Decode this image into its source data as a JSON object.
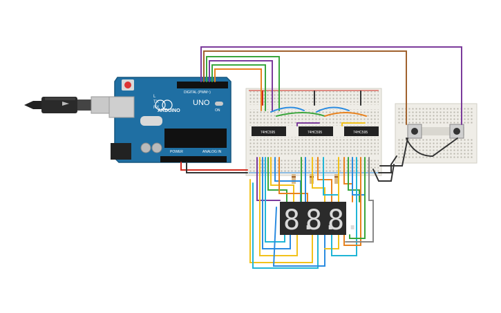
{
  "board": {
    "brand": "ARDUINO",
    "model": "UNO",
    "header_digital": "DIGITAL (PWM~)",
    "header_power": "POWER",
    "header_analog": "ANALOG IN",
    "label_tx": "TX",
    "label_rx": "RX",
    "label_l": "L",
    "label_on": "ON"
  },
  "chips": [
    {
      "label": "74HC595"
    },
    {
      "label": "74HC595"
    },
    {
      "label": "74HC595"
    }
  ],
  "display": {
    "digits": [
      "8.",
      "8.",
      "8."
    ]
  },
  "colors": {
    "board_blue": "#1f6fa3",
    "breadboard": "#f1efe9",
    "wire_purple": "#7b3a9b",
    "wire_brown": "#a0612d",
    "wire_green": "#3aa63c",
    "wire_orange": "#e8821e",
    "wire_yellow": "#f2c21a",
    "wire_blue": "#2a8be0",
    "wire_cyan": "#1fb5d6",
    "wire_red": "#d2291d",
    "wire_black": "#333333",
    "wire_gray": "#888888",
    "segment_red": "#e03a2a"
  }
}
